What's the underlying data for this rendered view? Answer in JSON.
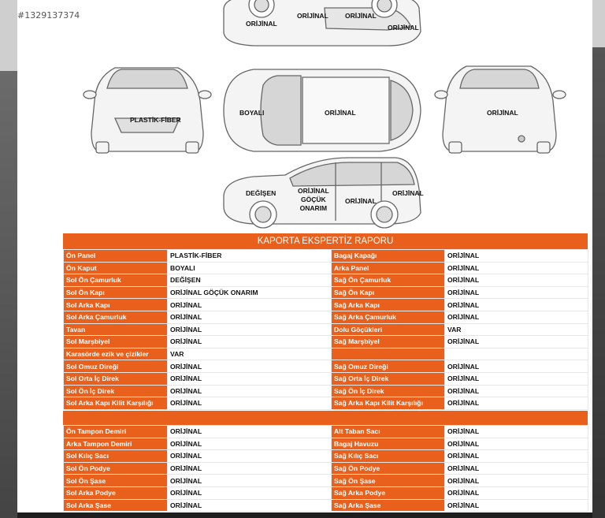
{
  "watermark": "#1329137374",
  "diagram_labels": {
    "top_side_left": "ORİJİNAL",
    "top_side_mid": "ORİJİNAL",
    "top_side_right": "ORİJİNAL",
    "top_side_rear": "ORİJİNAL",
    "front": "PLASTİK-FİBER",
    "top_hood": "BOYALI",
    "top_roof": "ORİJİNAL",
    "rear": "ORİJİNAL",
    "bottom_front": "DEĞİŞEN",
    "bottom_door": "ORİJİNAL\nGÖÇÜK\nONARIM",
    "bottom_rear_door": "ORİJİNAL",
    "bottom_rear": "ORİJİNAL"
  },
  "report": {
    "title": "KAPORTA EKSPERTİZ RAPORU",
    "rows": [
      [
        "Ön Panel",
        "PLASTİK-FİBER",
        "Bagaj Kapağı",
        "ORİJİNAL"
      ],
      [
        "Ön Kaput",
        "BOYALI",
        "Arka Panel",
        "ORİJİNAL"
      ],
      [
        "Sol Ön Çamurluk",
        "DEĞİŞEN",
        "Sağ Ön Çamurluk",
        "ORİJİNAL"
      ],
      [
        "Sol Ön Kapı",
        "ORİJİNAL GÖÇÜK ONARIM",
        "Sağ Ön Kapı",
        "ORİJİNAL"
      ],
      [
        "Sol Arka Kapı",
        "ORİJİNAL",
        "Sağ Arka Kapı",
        "ORİJİNAL"
      ],
      [
        "Sol Arka Çamurluk",
        "ORİJİNAL",
        "Sağ Arka Çamurluk",
        "ORİJİNAL"
      ],
      [
        "Tavan",
        "ORİJİNAL",
        "Dolu Göçükleri",
        "VAR"
      ],
      [
        "Sol Marşbiyel",
        "ORİJİNAL",
        "Sağ Marşbiyel",
        "ORİJİNAL"
      ],
      [
        "Karasörde ezik ve çizikler",
        "VAR",
        "",
        ""
      ],
      [
        "Sol Omuz Direği",
        "ORİJİNAL",
        "Sağ Omuz Direği",
        "ORİJİNAL"
      ],
      [
        "Sol Orta İç Direk",
        "ORİJİNAL",
        "Sağ Orta İç Direk",
        "ORİJİNAL"
      ],
      [
        "Sol Ön İç Direk",
        "ORİJİNAL",
        "Sağ Ön İç Direk",
        "ORİJİNAL"
      ],
      [
        "Sol Arka Kapı Kilit Karşılığı",
        "ORİJİNAL",
        "Sağ Arka Kapı Kilit Karşılığı",
        "ORİJİNAL"
      ]
    ],
    "rows2": [
      [
        "Ön Tampon Demiri",
        "ORİJİNAL",
        "Alt Taban Sacı",
        "ORİJİNAL"
      ],
      [
        "Arka Tampon Demiri",
        "ORİJİNAL",
        "Bagaj Havuzu",
        "ORİJİNAL"
      ],
      [
        "Sol Kılıç Sacı",
        "ORİJİNAL",
        "Sağ Kılıç Sacı",
        "ORİJİNAL"
      ],
      [
        "Sol Ön Podye",
        "ORİJİNAL",
        "Sağ Ön Podye",
        "ORİJİNAL"
      ],
      [
        "Sol Ön Şase",
        "ORİJİNAL",
        "Sağ Ön Şase",
        "ORİJİNAL"
      ],
      [
        "Sol Arka Podye",
        "ORİJİNAL",
        "Sağ Arka Podye",
        "ORİJİNAL"
      ],
      [
        "Sol Arka Şase",
        "ORİJİNAL",
        "Sağ Arka Şase",
        "ORİJİNAL"
      ]
    ]
  },
  "colors": {
    "accent": "#e8601c",
    "label_text": "#ffffff",
    "value_text": "#111111"
  }
}
